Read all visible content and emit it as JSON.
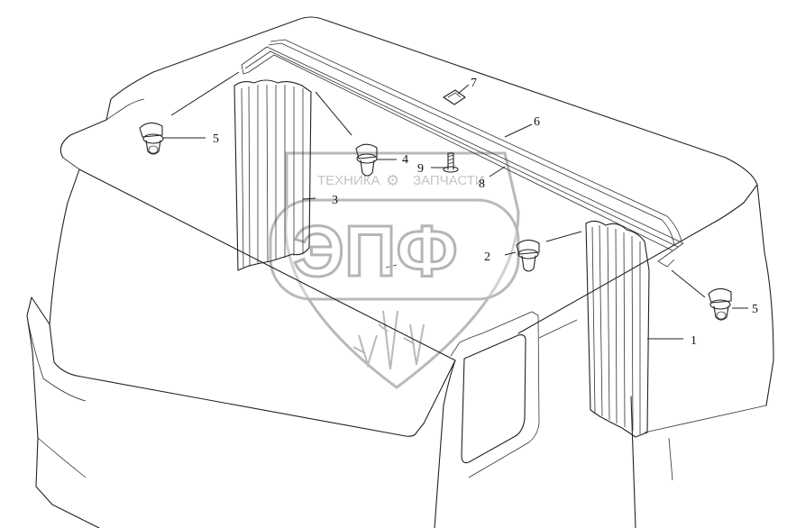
{
  "watermark": {
    "left_word": "ТЕХНИКА",
    "right_word": "ЗАПЧАСТИ",
    "logo": "ЭПФ",
    "color": "#c0c0c0"
  },
  "callouts": [
    {
      "id": "1",
      "label": "1"
    },
    {
      "id": "2",
      "label": "2"
    },
    {
      "id": "3",
      "label": "3"
    },
    {
      "id": "4",
      "label": "4"
    },
    {
      "id": "5a",
      "label": "5"
    },
    {
      "id": "5b",
      "label": "5"
    },
    {
      "id": "6",
      "label": "6"
    },
    {
      "id": "7",
      "label": "7"
    },
    {
      "id": "8",
      "label": "8"
    },
    {
      "id": "9",
      "label": "9"
    }
  ]
}
